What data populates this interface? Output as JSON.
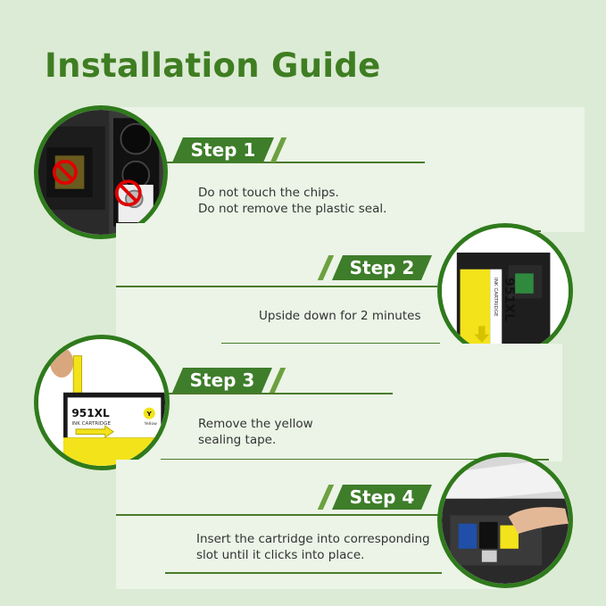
{
  "title": "Installation Guide",
  "steps": [
    {
      "label": "Step 1",
      "lines": [
        "Do not touch the chips.",
        "Do not remove the plastic seal."
      ]
    },
    {
      "label": "Step 2",
      "lines": [
        "Upside down for 2 minutes"
      ]
    },
    {
      "label": "Step 3",
      "lines": [
        "Remove the yellow",
        "sealing tape."
      ]
    },
    {
      "label": "Step 4",
      "lines": [
        "Insert the cartridge into corresponding",
        "slot until it clicks into place."
      ]
    }
  ],
  "cartridge": {
    "model": "951XL",
    "type": "INK CARTRIDGE",
    "color_code": "Y",
    "color_name": "Yellow"
  },
  "colors": {
    "brand_green": "#3e7d2a",
    "circle_ring": "#2f7a1c",
    "background": "#dcebd5",
    "cartridge_yellow": "#f3e31a"
  }
}
